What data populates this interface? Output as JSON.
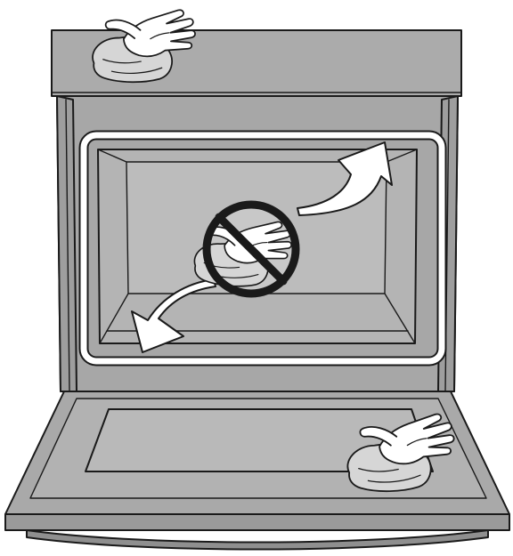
{
  "colors": {
    "oven_gray": "#a7a7a7",
    "cavity_gray": "#b4b4b4",
    "glass_gray": "#b9b9b9",
    "gasket_white": "#ffffff",
    "outline": "#1a1a1a",
    "skin": "#ffffff",
    "cloth": "#d6d6d6",
    "prohibition": "#1a1a1a"
  },
  "icons": {
    "top_hand": "hand-with-cloth-icon",
    "door_hand": "hand-with-cloth-icon",
    "prohibited": "no-wiping-gasket-icon",
    "arrow_up": "curved-arrow-up-right-icon",
    "arrow_down": "curved-arrow-down-left-icon"
  },
  "diagram": {
    "do_clean": [
      "oven-top",
      "oven-door-inner-glass"
    ],
    "do_not_clean": [
      "oven-door-gasket"
    ]
  }
}
